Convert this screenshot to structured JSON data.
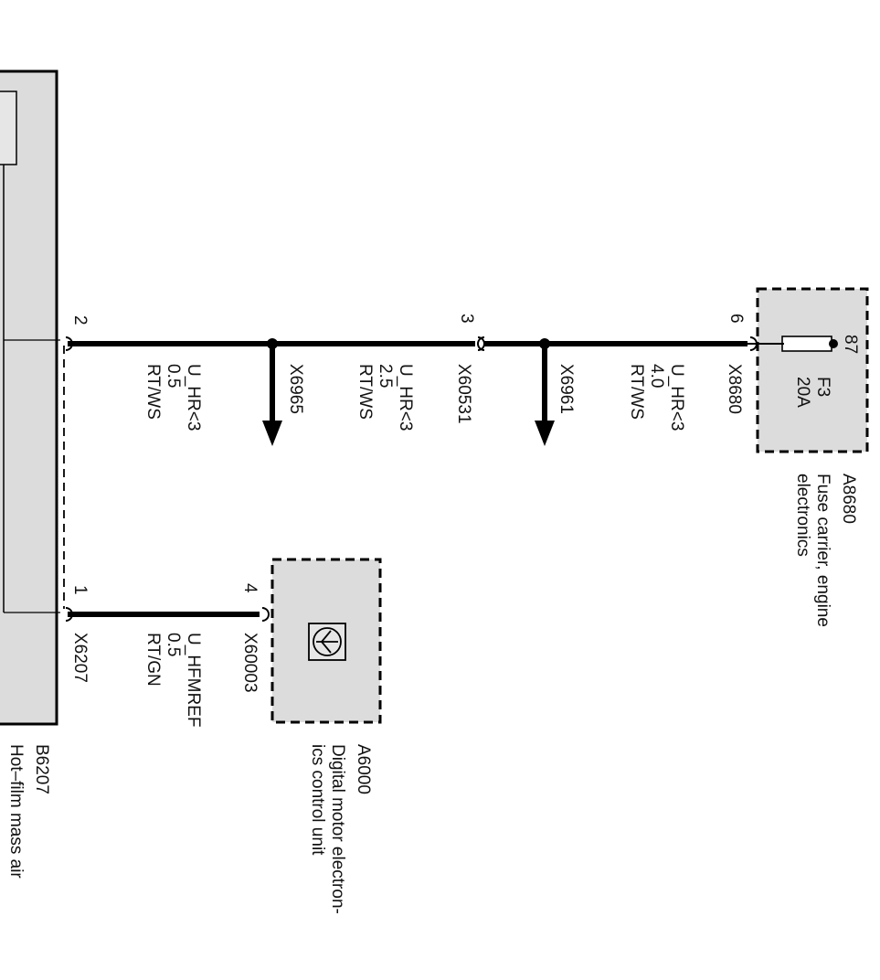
{
  "components": {
    "b6207": {
      "ref": "B6207",
      "name": "Hot–film mass air"
    },
    "a6000": {
      "ref": "A6000",
      "name_line1": "Digital motor electron-",
      "name_line2": "ics control unit"
    },
    "a8680": {
      "ref": "A8680",
      "name_line1": "Fuse carrier, engine",
      "name_line2": "electronics"
    }
  },
  "fuse": {
    "pin": "87",
    "id": "F3",
    "rating": "20A"
  },
  "pins": {
    "b6207_top": "2",
    "b6207_bottom": "1",
    "x60531": "3",
    "x8680": "6",
    "x60003": "4"
  },
  "connectors": {
    "x6207": "X6207",
    "x6965": "X6965",
    "x60531": "X60531",
    "x6961": "X6961",
    "x8680": "X8680",
    "x60003": "X60003"
  },
  "wires": {
    "w1": {
      "signal": "U_HR<3",
      "size": "0.5",
      "color": "RT/WS"
    },
    "w2": {
      "signal": "U_HR<3",
      "size": "2.5",
      "color": "RT/WS"
    },
    "w3": {
      "signal": "U_HR<3",
      "size": "4.0",
      "color": "RT/WS"
    },
    "w4": {
      "signal": "U_HFMREF",
      "size": "0.5",
      "color": "RT/GN"
    }
  }
}
